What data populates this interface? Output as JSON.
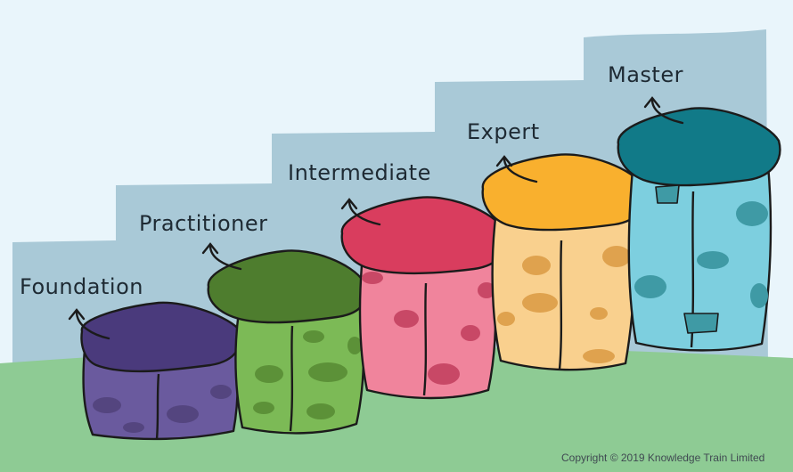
{
  "levels": [
    {
      "label": "Foundation",
      "lid": "#4a3a7c",
      "body": "#6a5a9e",
      "spot": "#54457f"
    },
    {
      "label": "Practitioner",
      "lid": "#4e7d2e",
      "body": "#7cba56",
      "spot": "#5c9138"
    },
    {
      "label": "Intermediate",
      "lid": "#d93d5e",
      "body": "#f0849c",
      "spot": "#c84866"
    },
    {
      "label": "Expert",
      "lid": "#f9b02e",
      "body": "#f9d08e",
      "spot": "#dfa24e"
    },
    {
      "label": "Master",
      "lid": "#117a88",
      "body": "#7dcfdf",
      "spot": "#3f9aa5"
    }
  ],
  "copyright": "Copyright © 2019 Knowledge Train Limited",
  "colors": {
    "sky": "#e9f5fb",
    "steps": "#a9c9d7",
    "ground": "#8ecb94",
    "outline": "#1b1b1b"
  }
}
